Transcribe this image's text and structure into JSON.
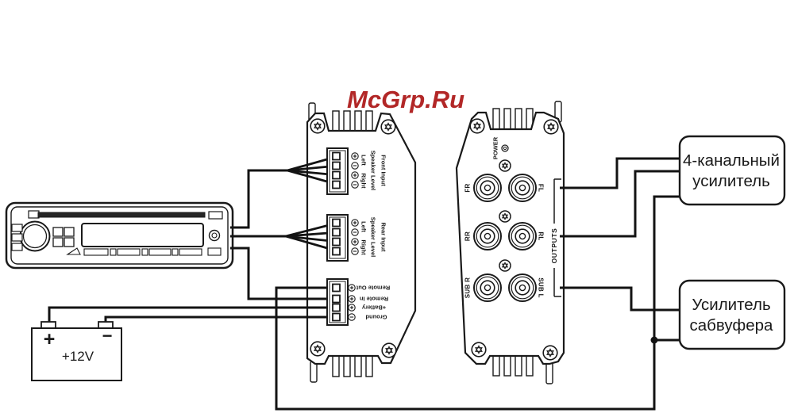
{
  "watermark": {
    "text": "McGrp.Ru",
    "color": "#b22727"
  },
  "converter": {
    "front_input": {
      "title": "Front Input",
      "subtitle": "Speaker Level",
      "channel_left": "Left",
      "channel_right": "Right",
      "polarity": [
        "+",
        "−",
        "+",
        "−"
      ]
    },
    "rear_input": {
      "title": "Rear Input",
      "subtitle": "Speaker Level",
      "channel_left": "Left",
      "channel_right": "Right",
      "polarity": [
        "+",
        "−",
        "+",
        "−"
      ]
    },
    "power_block": {
      "rows": [
        "Remote Out",
        "Remote In",
        "+Battery",
        "Ground"
      ],
      "polarity": [
        "+",
        "+",
        "+",
        "−"
      ]
    }
  },
  "processor": {
    "power_label": "POWER",
    "outputs_label": "OUTPUTS",
    "jacks": [
      "FR",
      "FL",
      "RR",
      "RL",
      "SUB R",
      "SUB L"
    ]
  },
  "amplifiers": {
    "four_channel": {
      "line1": "4-канальный",
      "line2": "усилитель"
    },
    "subwoofer": {
      "line1": "Усилитель",
      "line2": "сабвуфера"
    }
  },
  "battery": {
    "plus": "+",
    "minus": "−",
    "voltage": "+12V"
  },
  "connections": [
    {
      "from": "head-unit-front-speaker-wires",
      "to": "converter-front-input"
    },
    {
      "from": "head-unit-rear-speaker-wires",
      "to": "converter-rear-input"
    },
    {
      "from": "head-unit-remote",
      "to": "converter-remote-in"
    },
    {
      "from": "converter-remote-out",
      "to": "four-channel-amplifier-and-subwoofer-amplifier"
    },
    {
      "from": "battery-plus-minus",
      "to": "converter-battery-ground"
    },
    {
      "from": "processor-outputs-FL-RL",
      "to": "four-channel-amplifier"
    },
    {
      "from": "processor-output-SUB",
      "to": "subwoofer-amplifier"
    }
  ],
  "colors": {
    "line": "#1a1a1a",
    "background": "#ffffff",
    "watermark": "#b22727"
  }
}
